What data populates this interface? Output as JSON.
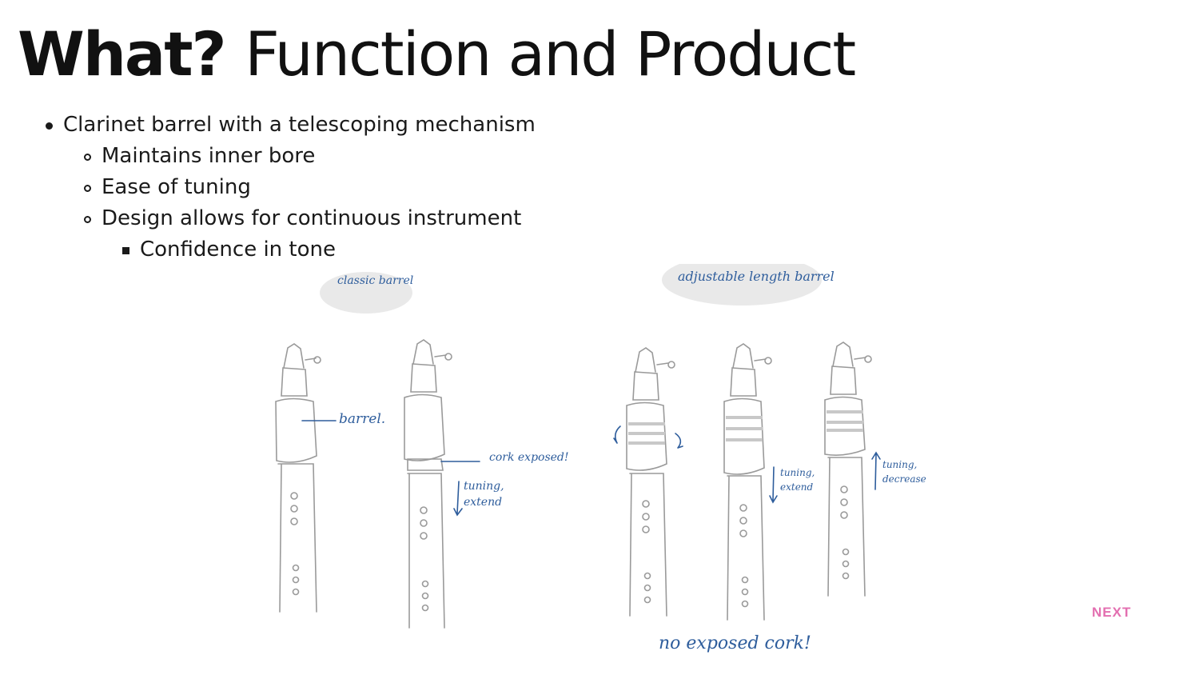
{
  "slide": {
    "title_bold": "What?",
    "title_rest": "Function and Product"
  },
  "bullets": {
    "l1": "Clarinet barrel with a telescoping mechanism",
    "l2a": "Maintains inner bore",
    "l2b": "Ease of tuning",
    "l2c": "Design allows for continuous instrument",
    "l3": "Confidence in tone"
  },
  "sketch": {
    "label_classic": "classic barrel",
    "label_adjustable": "adjustable length barrel",
    "note_barrel": "barrel.",
    "note_cork": "cork exposed!",
    "note_tuning_extend_1": "tuning, extend",
    "note_tuning_extend_2": "tuning, extend",
    "note_tuning_decrease": "tuning, decrease",
    "note_no_cork": "no exposed cork!",
    "ink_color": "#2e5d9c",
    "pencil_color": "#888888"
  },
  "nav": {
    "next_label": "NEXT",
    "next_color": "#e36fb0"
  }
}
